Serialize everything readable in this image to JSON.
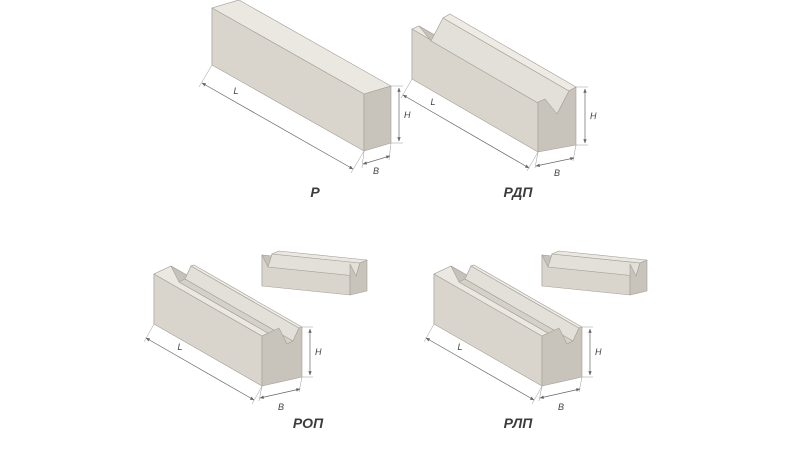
{
  "page": {
    "background_color": "#ffffff"
  },
  "colors": {
    "beam_top_face": "#ebe8e2",
    "beam_side_face": "#d9d5cd",
    "beam_end_face": "#c8c4bb",
    "beam_far_cap": "#d2cec6",
    "groove_shadow_face": "#c6c2b9",
    "groove_light_face": "#e3e0d9",
    "outline": "#a39f96",
    "dimension_line": "#666666",
    "caption_text": "#3c3c3c"
  },
  "figures": [
    {
      "caption": "Р",
      "dims": {
        "L": "L",
        "H": "H",
        "B": "B"
      }
    },
    {
      "caption": "РДП",
      "dims": {
        "L": "L",
        "H": "H",
        "B": "B"
      }
    },
    {
      "caption": "РОП",
      "dims": {
        "L": "L",
        "H": "H",
        "B": "B"
      }
    },
    {
      "caption": "РЛП",
      "dims": {
        "L": "L",
        "H": "H",
        "B": "B"
      }
    }
  ]
}
